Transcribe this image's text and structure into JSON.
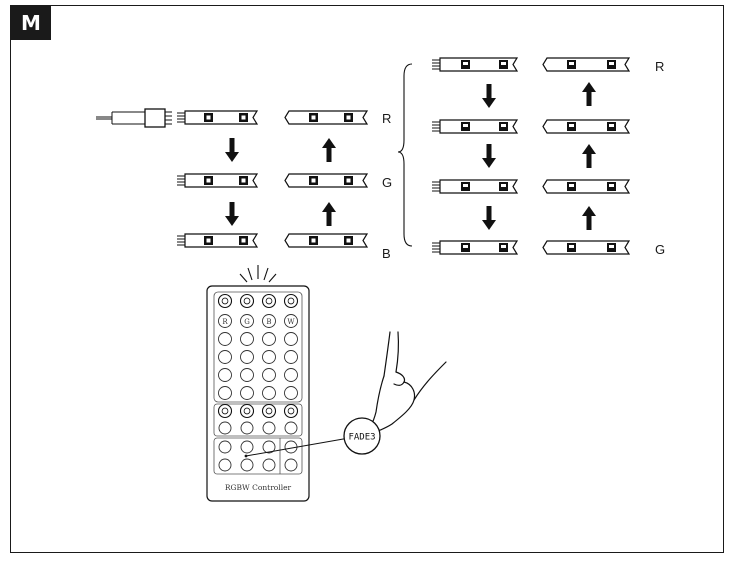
{
  "figure": {
    "badge": "M",
    "color_labels_left": [
      "R",
      "G",
      "B"
    ],
    "color_labels_right_top": "R",
    "color_labels_right_bottom": "G",
    "remote": {
      "title": "RGBW Controller",
      "color_keys": [
        "R",
        "G",
        "B",
        "W"
      ],
      "callout": "FADE3"
    }
  }
}
